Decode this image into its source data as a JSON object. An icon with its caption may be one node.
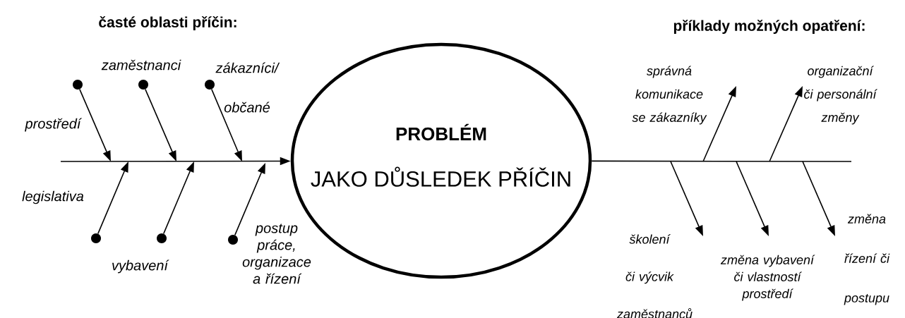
{
  "diagram": {
    "nodes": [
      {
        "text": [],
        "shape": "circle",
        "beside": [
          "prostředí"
        ]
      },
      {
        "text": [],
        "shape": "circle",
        "beside": [
          "zaměstnanci"
        ]
      },
      {
        "text": [],
        "shape": "circle",
        "beside": [
          "zákazníci/ občané"
        ]
      },
      {
        "text": [],
        "shape": "circle",
        "beside": [
          "legislativa"
        ]
      },
      {
        "text": [],
        "shape": "circle",
        "beside": [
          "vybavení"
        ]
      },
      {
        "text": [],
        "shape": "circle",
        "beside": [
          "postup práce, organizace a řízení"
        ]
      },
      {
        "text": [
          "PROBLÉM",
          "JAKO DŮSLEDEK PŘÍČIN"
        ]
      },
      {
        "text": [
          "správná komunikace se zákazníky"
        ]
      },
      {
        "text": [
          "organizační či personální změny"
        ]
      },
      {
        "text": [
          "školení či výcvik zaměstnanců"
        ]
      },
      {
        "text": [
          "změna vybavení či vlastností prostředí"
        ]
      },
      {
        "text": [
          "změna řízení či postupu"
        ]
      }
    ],
    "edges": [
      {
        "from": null,
        "to": 6,
        "arrow": "to"
      },
      {
        "from": 6,
        "to": null,
        "arrow": "none"
      },
      {
        "from": 0,
        "to": null,
        "arrow": "to"
      },
      {
        "from": 1,
        "to": null,
        "arrow": "to"
      },
      {
        "from": 2,
        "to": null,
        "arrow": "to"
      },
      {
        "from": 3,
        "to": null,
        "arrow": "to"
      },
      {
        "from": 4,
        "to": null,
        "arrow": "to"
      },
      {
        "from": 5,
        "to": null,
        "arrow": "to"
      },
      {
        "from": null,
        "to": 7,
        "arrow": "to"
      },
      {
        "from": null,
        "to": 8,
        "arrow": "to"
      },
      {
        "from": null,
        "to": 9,
        "arrow": "to"
      },
      {
        "from": null,
        "to": 10,
        "arrow": "to"
      },
      {
        "from": null,
        "to": 11,
        "arrow": "to"
      }
    ],
    "labels": [
      "časté oblasti příčin:",
      "příklady možných opatření:"
    ]
  }
}
